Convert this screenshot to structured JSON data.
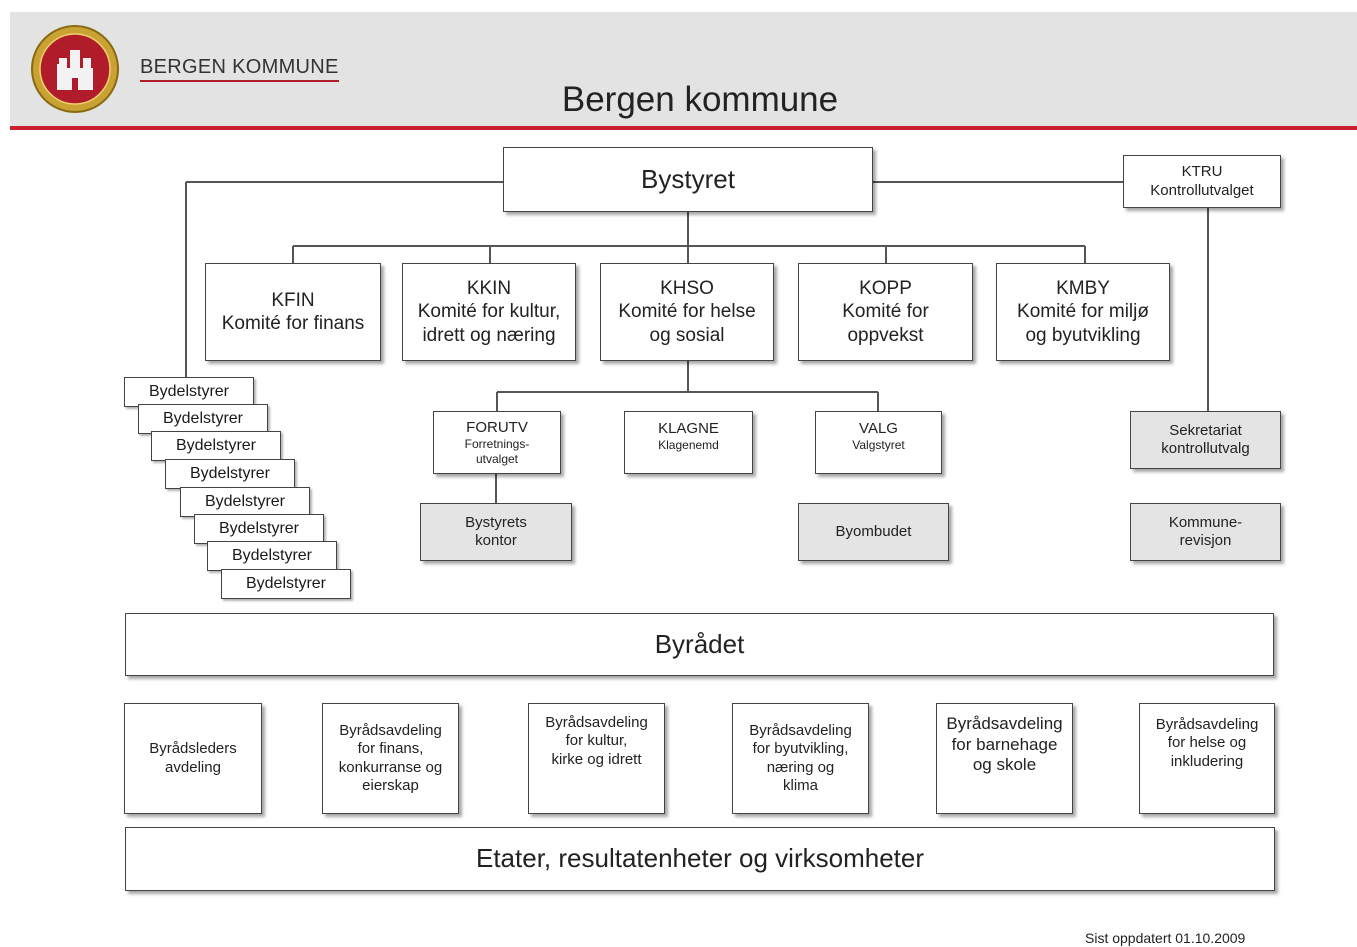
{
  "header": {
    "brand": "BERGEN KOMMUNE",
    "title": "Bergen kommune",
    "logo_icon": "bergen-coat-of-arms-icon",
    "accent_color": "#c8202f"
  },
  "top": {
    "bystyret": "Bystyret",
    "ktru_code": "KTRU",
    "ktru_name": "Kontrollutvalget"
  },
  "committees": [
    {
      "code": "KFIN",
      "name_1": "Komité for finans",
      "name_2": ""
    },
    {
      "code": "KKIN",
      "name_1": "Komité for kultur,",
      "name_2": "idrett og næring"
    },
    {
      "code": "KHSO",
      "name_1": "Komité for helse",
      "name_2": "og sosial"
    },
    {
      "code": "KOPP",
      "name_1": "Komité for",
      "name_2": "oppvekst"
    },
    {
      "code": "KMBY",
      "name_1": "Komité for miljø",
      "name_2": "og byutvikling"
    }
  ],
  "bydelstyrer": [
    "Bydelstyrer",
    "Bydelstyrer",
    "Bydelstyrer",
    "Bydelstyrer",
    "Bydelstyrer",
    "Bydelstyrer",
    "Bydelstyrer",
    "Bydelstyrer"
  ],
  "sub_bodies": {
    "forutv_code": "FORUTV",
    "forutv_name_1": "Forretnings-",
    "forutv_name_2": "utvalget",
    "klagne_code": "KLAGNE",
    "klagne_name": "Klagenemd",
    "valg_code": "VALG",
    "valg_name": "Valgstyret"
  },
  "support": {
    "bystyrets_kontor_1": "Bystyrets",
    "bystyrets_kontor_2": "kontor",
    "byombudet": "Byombudet",
    "sekretariat_1": "Sekretariat",
    "sekretariat_2": "kontrollutvalg",
    "revisjon_1": "Kommune-",
    "revisjon_2": "revisjon"
  },
  "byradet": "Byrådet",
  "departments": [
    {
      "lines": [
        "Byrådsleders",
        "avdeling"
      ]
    },
    {
      "lines": [
        "Byrådsavdeling",
        "for finans,",
        "konkurranse og",
        "eierskap"
      ]
    },
    {
      "lines": [
        "Byrådsavdeling",
        "for kultur,",
        "kirke og idrett"
      ]
    },
    {
      "lines": [
        "Byrådsavdeling",
        "for byutvikling,",
        "næring og",
        "klima"
      ]
    },
    {
      "lines": [
        "Byrådsavdeling",
        "for barnehage",
        "og skole"
      ]
    },
    {
      "lines": [
        "Byrådsavdeling",
        "for helse og",
        "inkludering"
      ]
    }
  ],
  "etater": "Etater, resultatenheter og virksomheter",
  "footer": "Sist oppdatert 01.10.2009"
}
